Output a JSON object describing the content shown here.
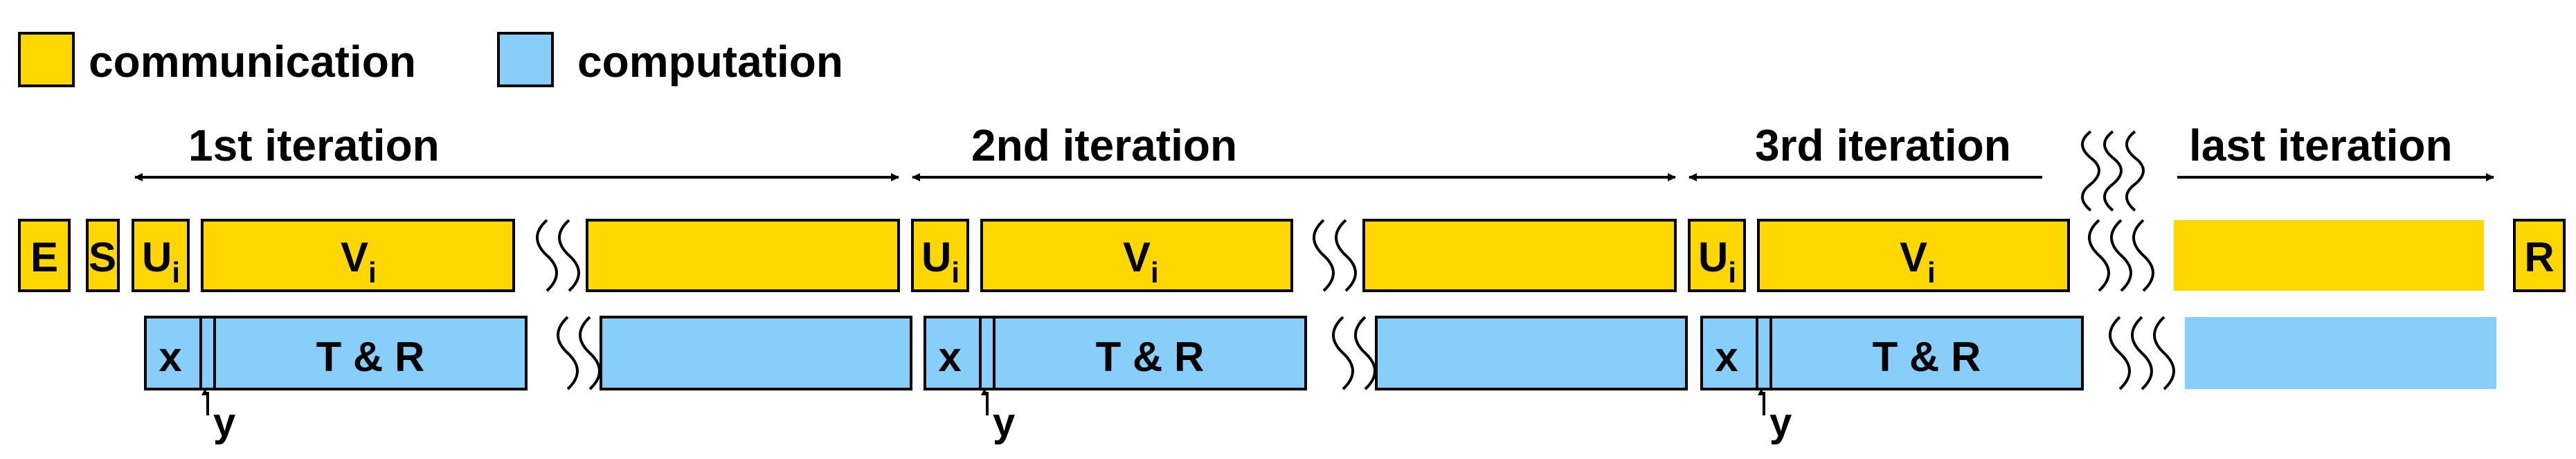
{
  "legend": [
    {
      "label": "communication",
      "color": "#FFD700"
    },
    {
      "label": "computation",
      "color": "#87CEFA"
    }
  ],
  "iterations": [
    {
      "label": "1st iteration"
    },
    {
      "label": "2nd iteration"
    },
    {
      "label": "3rd iteration"
    },
    {
      "label": "last iteration"
    }
  ],
  "blocks": {
    "E": "E",
    "S": "S",
    "U": "U",
    "V": "V",
    "sub_i": "i",
    "x": "x",
    "TR": "T & R",
    "y": "y",
    "R": "R"
  },
  "colors": {
    "communication": "#FFD700",
    "computation": "#87CEFA",
    "stroke": "#000000"
  }
}
